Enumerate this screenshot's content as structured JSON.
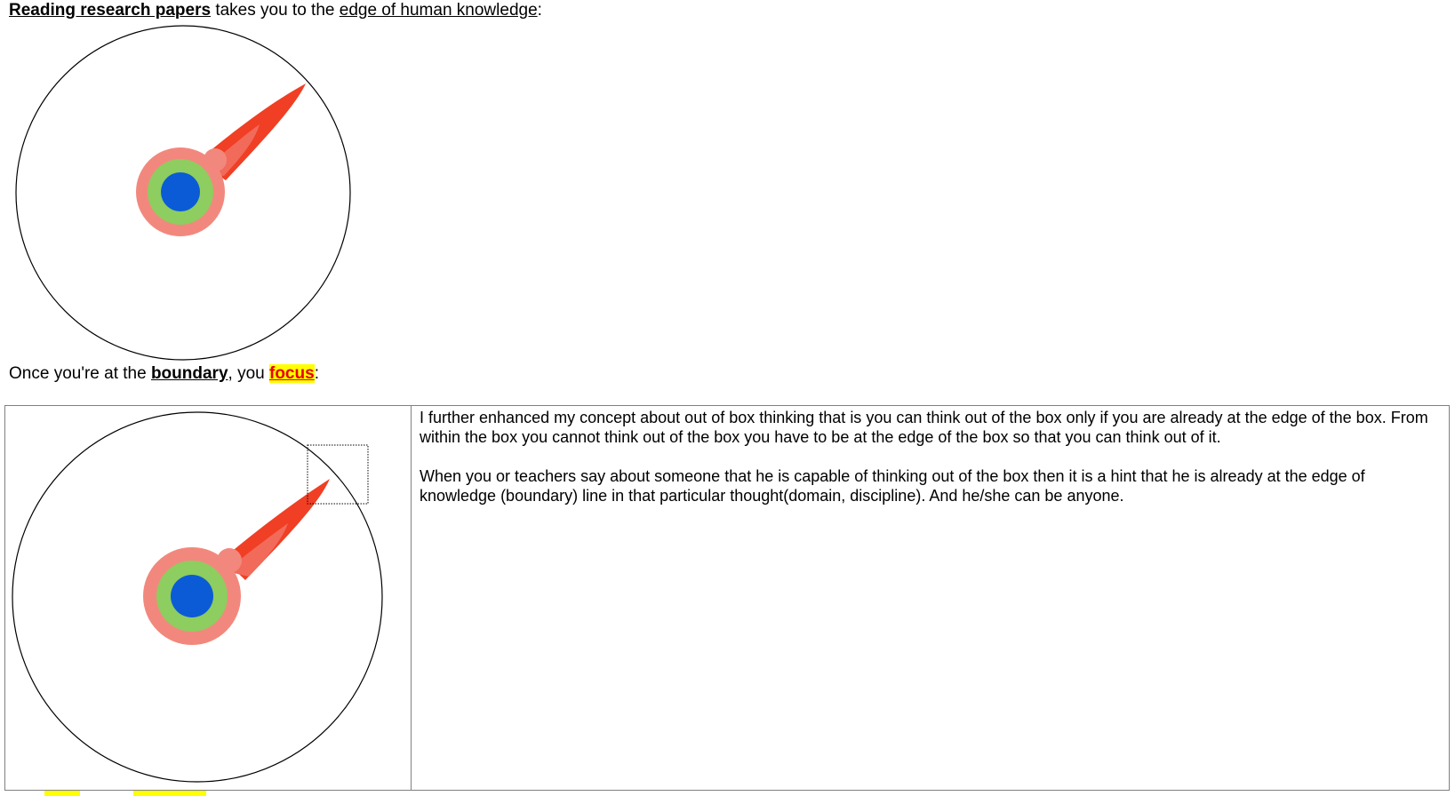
{
  "heading1": {
    "link1": "Reading research papers",
    "mid": " takes you to the ",
    "link2": "edge of human knowledge",
    "end": ":"
  },
  "heading2": {
    "start": "Once you're at the ",
    "bold": "boundary",
    "mid": ", you ",
    "highlight": "focus",
    "end": ":"
  },
  "table": {
    "paragraphs": [
      "I further enhanced my concept about out of box thinking that is you can think out of the box only if you are already at the edge of the box. From within the box you cannot think out of the box you have to be at the edge of the box so that you can think out of it.",
      "When you or teachers say about someone that he is capable of thinking out of the box then it is a hint that he is already at the edge of knowledge (boundary) line in that particular thought(domain, discipline). And he/she can be anyone."
    ]
  },
  "colors": {
    "core": "#0b5bd7",
    "ring": "#8ecd5f",
    "outer_ring": "#f2887d",
    "spike_dark": "#f03f24",
    "spike_light": "#f26a5a",
    "highlight_bg": "#ffff00",
    "highlight_text": "#e60000"
  }
}
